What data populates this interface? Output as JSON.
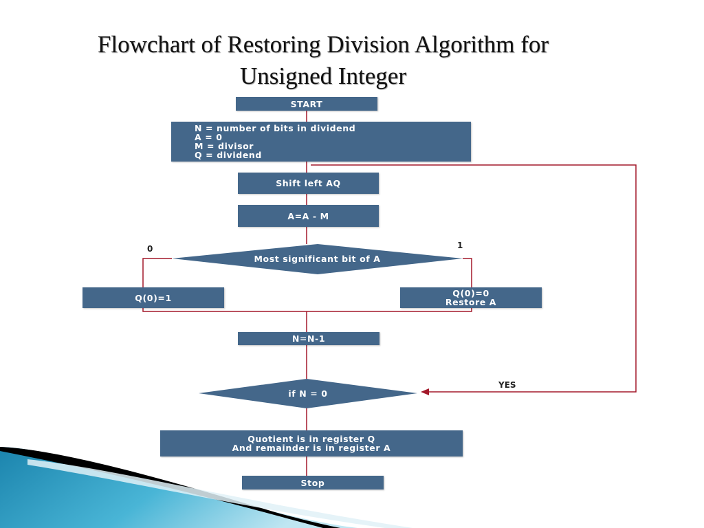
{
  "title": {
    "line1": "Flowchart of Restoring Division Algorithm for",
    "line2": "Unsigned Integer"
  },
  "flowchart": {
    "start": "START",
    "init": {
      "lines": [
        "N = number of bits in dividend",
        "A = 0",
        "M = divisor",
        "Q = dividend"
      ]
    },
    "shift": "Shift left AQ",
    "subtract": "A=A - M",
    "msb_decision": "Most significant bit of A",
    "branch_left_label": "0",
    "branch_right_label": "1",
    "q_set_one": "Q(0)=1",
    "q_set_zero": {
      "line1": "Q(0)=0",
      "line2": "Restore A"
    },
    "decrement": "N=N-1",
    "n_decision": "if N = 0",
    "loop_label": "YES",
    "result": {
      "line1": "Quotient is in register Q",
      "line2": "And remainder is in register A"
    },
    "stop": "Stop"
  },
  "colors": {
    "box_fill": "#44678a",
    "connector": "#a3192a",
    "accent_wave": "#1b84ad"
  }
}
